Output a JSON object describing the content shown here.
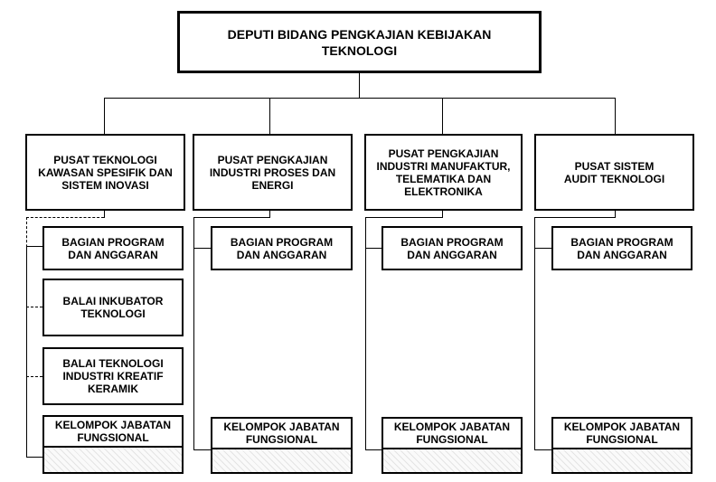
{
  "head": {
    "title": "DEPUTI BIDANG PENGKAJIAN KEBIJAKAN TEKNOLOGI"
  },
  "units": [
    {
      "title": "PUSAT TEKNOLOGI KAWASAN SPESIFIK DAN SISTEM INOVASI",
      "bagian": "BAGIAN PROGRAM DAN ANGGARAN",
      "balai": [
        "BALAI INKUBATOR TEKNOLOGI",
        "BALAI TEKNOLOGI INDUSTRI KREATIF KERAMIK"
      ],
      "kelompok": "KELOMPOK JABATAN FUNGSIONAL"
    },
    {
      "title": "PUSAT PENGKAJIAN INDUSTRI PROSES DAN ENERGI",
      "bagian": "BAGIAN PROGRAM DAN ANGGARAN",
      "kelompok": "KELOMPOK JABATAN FUNGSIONAL"
    },
    {
      "title": "PUSAT PENGKAJIAN INDUSTRI MANUFAKTUR, TELEMATIKA DAN ELEKTRONIKA",
      "bagian": "BAGIAN PROGRAM DAN ANGGARAN",
      "kelompok": "KELOMPOK JABATAN FUNGSIONAL"
    },
    {
      "title": "PUSAT SISTEM AUDIT TEKNOLOGI",
      "bagian": "BAGIAN PROGRAM DAN ANGGARAN",
      "kelompok": "KELOMPOK JABATAN FUNGSIONAL"
    }
  ]
}
